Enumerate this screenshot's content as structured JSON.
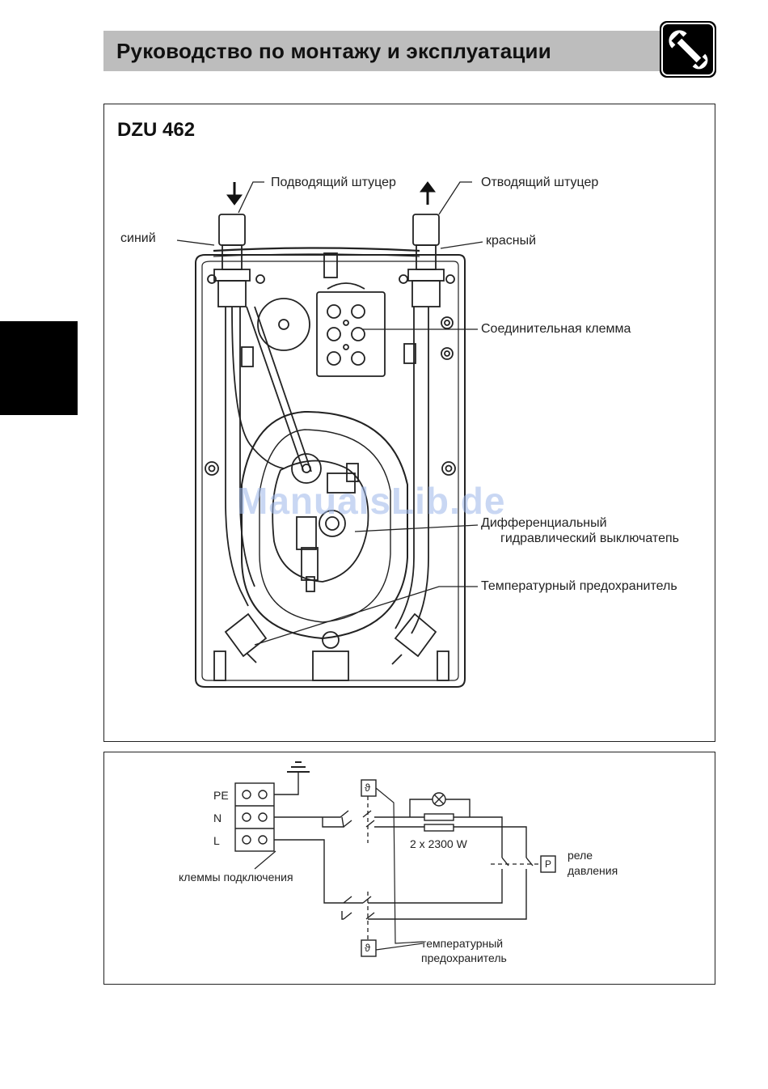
{
  "header": {
    "title": "Руководство по монтажу и эксплуатации",
    "icon": "wrench-icon"
  },
  "figure_top": {
    "model": "DZU 462",
    "labels": {
      "inlet": "Подводящий штуцер",
      "outlet": "Отводящий штуцер",
      "blue": "синий",
      "red": "красный",
      "terminal": "Соединительная клемма",
      "switch_line1": "Дифференциальный",
      "switch_line2": "гидравлический выключатепь",
      "fuse": "Температурный предохранитель"
    },
    "watermark": "ManualsLib.de"
  },
  "figure_bottom": {
    "terminal_labels": [
      "PE",
      "N",
      "L"
    ],
    "terminals_caption": "клеммы подключения",
    "heater": "2 x 2300 W",
    "relay_line1": "реле",
    "relay_line2": "давления",
    "relay_symbol": "P",
    "thermo_symbol": "ϑ",
    "fuse_line1": "температурный",
    "fuse_line2": "предохранитель"
  }
}
